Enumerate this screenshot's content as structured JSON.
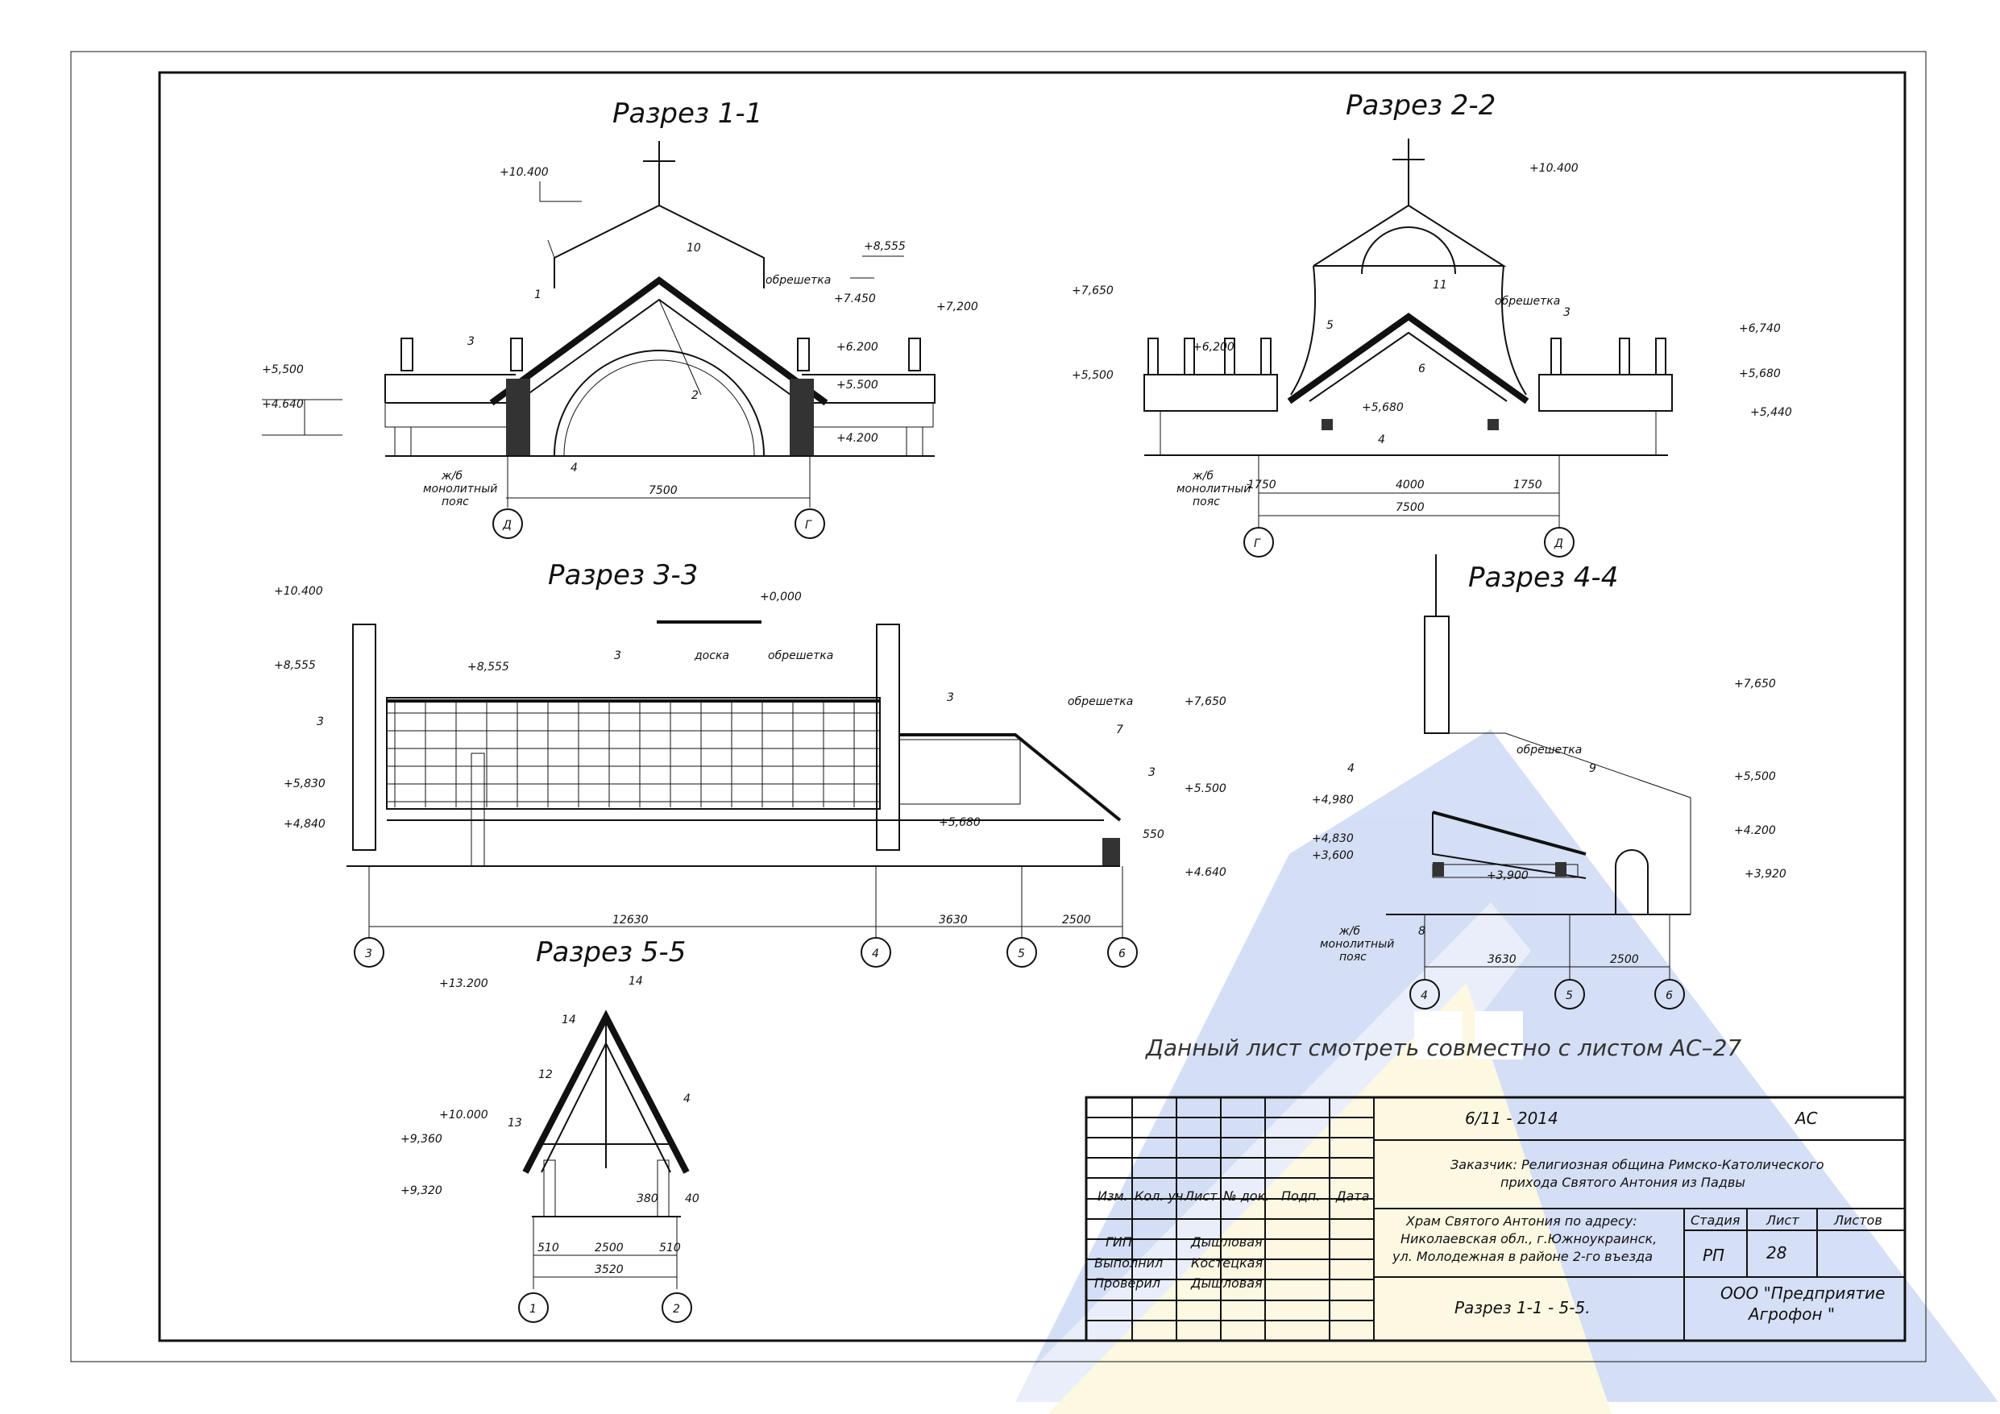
{
  "sections": {
    "s11": {
      "title": "Разрез 1-1",
      "marks": [
        "+10.400",
        "+8,555",
        "+7.450",
        "+7,200",
        "+6.200",
        "+5.500",
        "+4.200",
        "+5,500",
        "+4.640"
      ],
      "labels": [
        "10",
        "обрешетка",
        "1",
        "3",
        "2",
        "4"
      ],
      "belt": [
        "ж/б",
        "монолитный",
        "пояс"
      ],
      "dim": "7500",
      "axes": [
        "Д",
        "Г"
      ]
    },
    "s22": {
      "title": "Разрез 2-2",
      "marks": [
        "+10.400",
        "+7,650",
        "+5,500",
        "+6,200",
        "+5,680",
        "+6,740",
        "+5,680",
        "+5,440"
      ],
      "labels": [
        "11",
        "обрешетка",
        "3",
        "5",
        "6",
        "4"
      ],
      "belt": [
        "ж/б",
        "монолитный",
        "пояс"
      ],
      "dims": [
        "1750",
        "4000",
        "1750",
        "7500"
      ],
      "axes": [
        "Г",
        "Д"
      ]
    },
    "s33": {
      "title": "Разрез 3-3",
      "marks": [
        "+10.400",
        "+0,000",
        "+8,555",
        "+8,555",
        "+5,830",
        "+4,840",
        "+7,650",
        "+5.500",
        "+5,680",
        "+4.640"
      ],
      "labels": [
        "3",
        "доска",
        "обрешетка",
        "3",
        "3",
        "обрешетка",
        "7",
        "3"
      ],
      "side_dim": "550",
      "dims": [
        "12630",
        "3630",
        "2500"
      ],
      "axes": [
        "3",
        "4",
        "5",
        "6"
      ]
    },
    "s44": {
      "title": "Разрез 4-4",
      "marks": [
        "+7,650",
        "+5,500",
        "+4.200",
        "+3,920",
        "+4,980",
        "+4,830",
        "+3,600",
        "+3,900"
      ],
      "labels": [
        "обрешетка",
        "9",
        "4",
        "8"
      ],
      "belt": [
        "ж/б",
        "монолитный",
        "пояс"
      ],
      "dims": [
        "3630",
        "2500"
      ],
      "axes": [
        "4",
        "5",
        "6"
      ]
    },
    "s55": {
      "title": "Разрез 5-5",
      "marks": [
        "+13.200",
        "+10.000",
        "+9,360",
        "+9,320"
      ],
      "labels": [
        "14",
        "14",
        "12",
        "13",
        "4"
      ],
      "dims": [
        "510",
        "2500",
        "510",
        "3520",
        "380",
        "40"
      ],
      "axes": [
        "1",
        "2"
      ]
    }
  },
  "note": "Данный лист смотреть совместно с листом АС–27",
  "titleblock": {
    "code": "6/11  - 2014",
    "stage_code": "АС",
    "customer_line1": "Заказчик: Религиозная община Римско-Католического",
    "customer_line2": "прихода Святого Антония из Падвы",
    "col_heads": [
      "Изм.",
      "Кол. уч",
      "Лист",
      "№ док.",
      "Подп.",
      "Дата"
    ],
    "roles": [
      {
        "role": "ГИП",
        "name": "Дышловая"
      },
      {
        "role": "Выполнил",
        "name": "Костецкая"
      },
      {
        "role": "Проверил",
        "name": "Дышловая"
      }
    ],
    "object_line1": "Храм Святого Антония по адресу:",
    "object_line2": "Николаевская обл., г.Южноукраинск,",
    "object_line3": "ул. Молодежная в районе 2-го въезда",
    "stage_head": "Стадия",
    "sheet_head": "Лист",
    "sheets_head": "Листов",
    "stage": "РП",
    "sheet": "28",
    "sheets": "",
    "drawing_name": "Разрез 1-1 - 5-5.",
    "company_line1": "ООО \"Предприятие",
    "company_line2": "Агрофон \""
  },
  "colors": {
    "watermark_blue": "#3f6fd6",
    "watermark_yellow": "#f2e27a"
  }
}
